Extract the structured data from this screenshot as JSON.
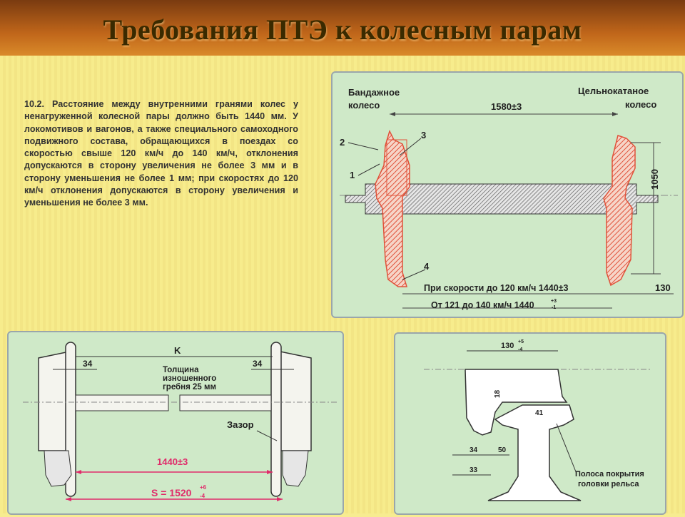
{
  "slide_title": "Требования ПТЭ к колесным парам",
  "paragraph": "10.2. Расстояние между внутренними гранями колес у ненагруженной колесной пары должно быть 1440 мм. У локомотивов и вагонов, а также специального самоходного подвижного состава, обращающихся в поездах со скоростью свыше 120 км/ч до 140 км/ч, отклонения допускаются в сторону увеличения не более 3 мм и в сторону уменьшения не более 1 мм; при скоростях до 120 км/ч отклонения допускаются в сторону увеличения и уменьшения не более 3 мм.",
  "wheelset_panel": {
    "label_tire_wheel": [
      "Бандажное",
      "колесо"
    ],
    "label_solid_wheel": [
      "Цельнокатаное",
      "колесо"
    ],
    "dim_top": "1580±3",
    "dim_height": "1050",
    "dim_130": "130",
    "callouts": [
      "1",
      "2",
      "3",
      "4"
    ],
    "speed_to_120": "При скорости до 120 км/ч  1440±3",
    "speed_121_140": "От 121 до 140 км/ч  1440",
    "tol_121_140": [
      "+3",
      "-1"
    ]
  },
  "track_panel": {
    "label_K": "K",
    "dim_34_left": "34",
    "dim_34_right": "34",
    "flange_label": [
      "Толщина",
      "изношенного",
      "гребня 25 мм"
    ],
    "gap_label": "Зазор",
    "dim_1440": "1440±3",
    "dim_S": "S = 1520",
    "tol_S": [
      "+6",
      "-4"
    ]
  },
  "rail_panel": {
    "dim_130": "130",
    "tol_130": [
      "+5",
      "-4"
    ],
    "dim_18": "18",
    "dim_41": "41",
    "dim_34": "34",
    "dim_50": "50",
    "dim_33": "33",
    "stripe_label": [
      "Полоса покрытия",
      "головки рельса"
    ]
  },
  "colors": {
    "header": "#b05a18",
    "background": "#f7ec90",
    "panel": "#cfe9c8",
    "wheel_red": "#e0523a",
    "dimension_pink": "#e02a6a"
  }
}
